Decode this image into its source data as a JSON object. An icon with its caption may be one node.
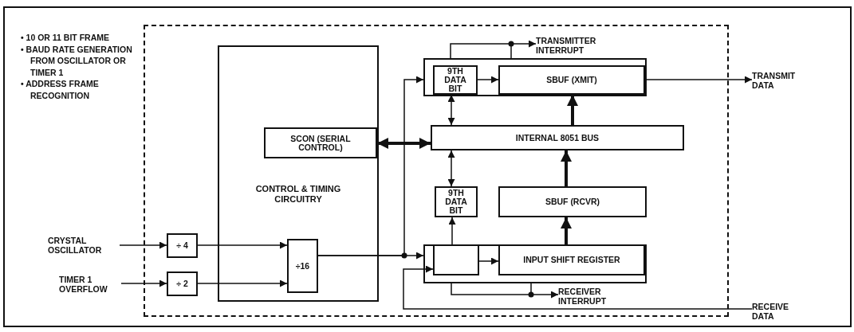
{
  "diagram": {
    "nodes": [
      {
        "text": [],
        "shape": "box"
      },
      {
        "text": [
          "CONTROL & TIMING CIRCUITRY"
        ],
        "in": 0
      },
      {
        "text": [
          "SCON (SERIAL CONTROL)"
        ],
        "in": 1
      },
      {
        "text": [
          "÷ 4"
        ],
        "in": 0
      },
      {
        "text": [
          "÷ 2"
        ],
        "in": 0
      },
      {
        "text": [
          "÷16"
        ],
        "in": 1
      },
      {
        "text": [
          "CRYSTAL OSCILLATOR"
        ]
      },
      {
        "text": [
          "TIMER 1 OVERFLOW"
        ]
      },
      {
        "text": [],
        "shape": "box",
        "in": 0
      },
      {
        "text": [
          "9TH DATA BIT"
        ],
        "in": 8
      },
      {
        "text": [
          "SBUF (XMIT)"
        ],
        "in": 8
      },
      {
        "text": [
          "INTERNAL 8051 BUS"
        ],
        "in": 0
      },
      {
        "text": [
          "9TH DATA BIT"
        ],
        "in": 0
      },
      {
        "text": [
          "SBUF (RCVR)"
        ],
        "in": 0
      },
      {
        "text": [],
        "shape": "box",
        "in": 0
      },
      {
        "text": [],
        "shape": "box",
        "in": 14
      },
      {
        "text": [
          "INPUT SHIFT REGISTER"
        ],
        "in": 14
      },
      {
        "text": [
          "TRANSMITTER INTERRUPT"
        ],
        "in": 0
      },
      {
        "text": [
          "TRANSMIT DATA"
        ]
      },
      {
        "text": [
          "RECEIVER INTERRUPT"
        ],
        "in": 0
      },
      {
        "text": [
          "RECEIVE DATA"
        ]
      }
    ],
    "edges": [
      {
        "from": 6,
        "to": 3,
        "arrow": "to"
      },
      {
        "from": 7,
        "to": 4,
        "arrow": "to"
      },
      {
        "from": 3,
        "to": 5,
        "arrow": "to"
      },
      {
        "from": 4,
        "to": 5,
        "arrow": "to"
      },
      {
        "from": 5,
        "to": 8,
        "arrow": "to"
      },
      {
        "from": 5,
        "to": 14,
        "arrow": "to"
      },
      {
        "from": 2,
        "to": 11,
        "arrow": "both",
        "style": "thick"
      },
      {
        "from": 9,
        "to": 11,
        "arrow": "both"
      },
      {
        "from": 11,
        "to": 10,
        "arrow": "to",
        "style": "thick"
      },
      {
        "from": 9,
        "to": 10,
        "arrow": "to"
      },
      {
        "from": 10,
        "to": 18,
        "arrow": "to"
      },
      {
        "from": 8,
        "to": 17,
        "arrow": "to"
      },
      {
        "from": 11,
        "to": 12,
        "arrow": "both"
      },
      {
        "from": 15,
        "to": 12,
        "arrow": "to"
      },
      {
        "from": 16,
        "to": 13,
        "arrow": "to",
        "style": "thick"
      },
      {
        "from": 13,
        "to": 11,
        "arrow": "to",
        "style": "thick"
      },
      {
        "from": 15,
        "to": 16,
        "arrow": "to"
      },
      {
        "from": 14,
        "to": 19,
        "arrow": "to"
      },
      {
        "from": 20,
        "to": 15,
        "arrow": "to"
      }
    ],
    "labels": [
      "• 10 OR 11 BIT FRAME",
      "• BAUD RATE GENERATION FROM OSCILLATOR OR TIMER 1",
      "• ADDRESS FRAME RECOGNITION"
    ]
  }
}
